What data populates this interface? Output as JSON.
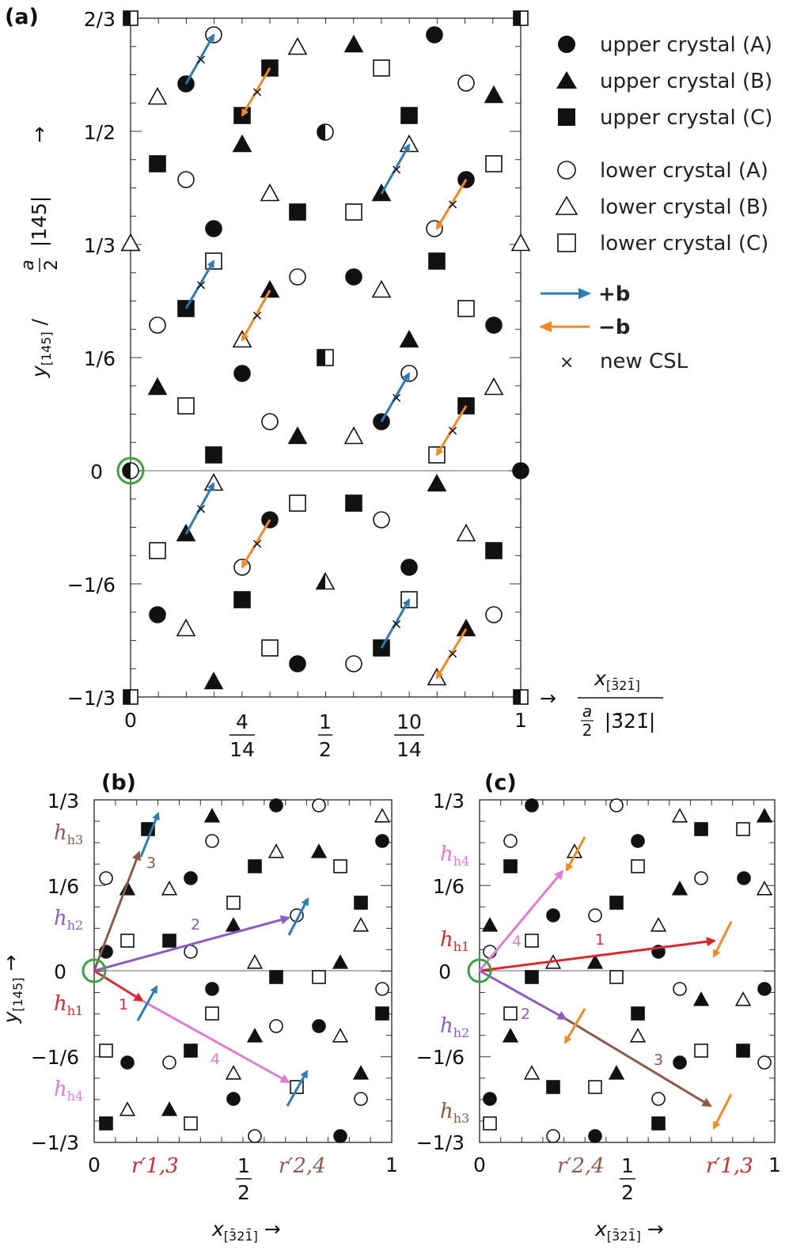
{
  "panels": {
    "a": "(a)",
    "b": "(b)",
    "c": "(c)"
  },
  "legend": {
    "items": [
      {
        "marker": "circle",
        "filled": true,
        "label": "upper crystal (A)"
      },
      {
        "marker": "triangle",
        "filled": true,
        "label": "upper crystal (B)"
      },
      {
        "marker": "square",
        "filled": true,
        "label": "upper crystal (C)"
      },
      {
        "marker": "circle",
        "filled": false,
        "label": "lower crystal (A)"
      },
      {
        "marker": "triangle",
        "filled": false,
        "label": "lower crystal (B)"
      },
      {
        "marker": "square",
        "filled": false,
        "label": "lower crystal (C)"
      }
    ],
    "plus_b": "+b",
    "minus_b": "−b",
    "csl": "new CSL"
  },
  "colors": {
    "blue": "#2b7bba",
    "orange": "#f5891f",
    "green": "#3aa441",
    "red": "#d6282d",
    "purple": "#8d5bc1",
    "brown": "#8c5a4a",
    "pink": "#e07ccf"
  },
  "axes_a": {
    "y_ticks": [
      "2/3",
      "1/2",
      "1/3",
      "1/6",
      "0",
      "−1/6",
      "−1/3"
    ],
    "x_ticks": [
      {
        "num": "",
        "den": "",
        "text": "0"
      },
      {
        "num": "4",
        "den": "14"
      },
      {
        "num": "1",
        "den": "2"
      },
      {
        "num": "10",
        "den": "14"
      },
      {
        "num": "",
        "den": "",
        "text": "1"
      }
    ],
    "ylabel": "y[145] / (a/2)|145| →",
    "xlabel": "x[3̄21̄] / (a/2)|3̄21̄| →"
  },
  "axes_bc": {
    "y_ticks": [
      "1/3",
      "1/6",
      "0",
      "−1/6",
      "−1/3"
    ],
    "x_ticks": [
      "0",
      "1/2",
      "1"
    ],
    "ylabel_b": "y[145] →",
    "xlabel": "x[3̄21̄] →"
  },
  "panel_b": {
    "h_labels": [
      "h3",
      "h2",
      "h1",
      "h4"
    ],
    "vectors": [
      "1",
      "2",
      "3",
      "4"
    ],
    "r_labels": [
      "r′1,3",
      "r′2,4"
    ]
  },
  "panel_c": {
    "h_labels": [
      "h4",
      "h1",
      "h2",
      "h3"
    ],
    "vectors": [
      "1",
      "2",
      "3",
      "4"
    ],
    "r_labels": [
      "r′2,4",
      "r′1,3"
    ]
  }
}
